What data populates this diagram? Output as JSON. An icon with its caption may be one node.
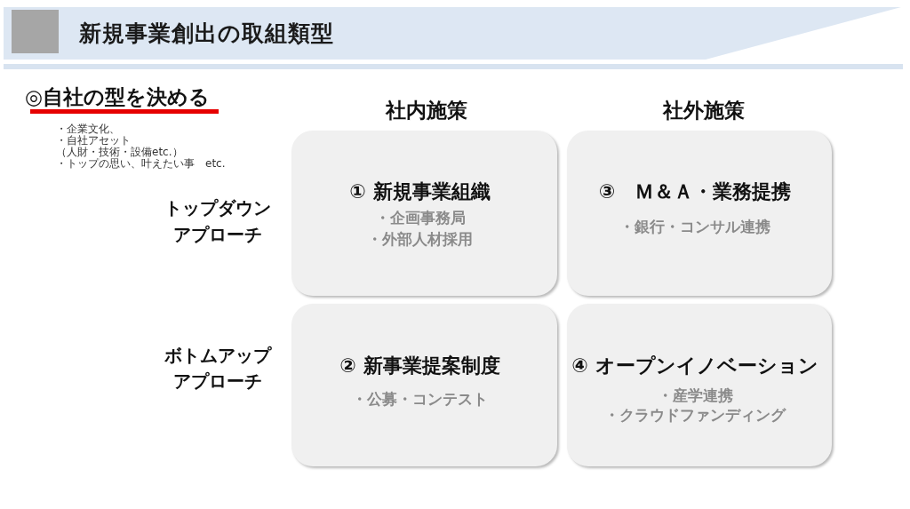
{
  "diagram": {
    "title": "新規事業創出の取組類型",
    "nodes": [
      {
        "text": [
          "① 新規事業組織",
          "・企画事務局",
          "・外部人材採用"
        ]
      },
      {
        "text": [
          "③　Ｍ＆Ａ・業務提携",
          "・銀行・コンサル連携"
        ]
      },
      {
        "text": [
          "② 新事業提案制度",
          "・公募・コンテスト"
        ]
      },
      {
        "text": [
          "④ オープンイノベーション",
          "・産学連携",
          "・クラウドファンディング"
        ]
      }
    ],
    "labels": [
      "◎自社の型を決める",
      "・企業文化、",
      "・自社アセット",
      "（人財・技術・設備etc.）",
      "・トップの思い、叶えたい事　etc.",
      "社内施策",
      "社外施策",
      "トップダウンアプローチ",
      "ボトムアップアプローチ"
    ]
  }
}
